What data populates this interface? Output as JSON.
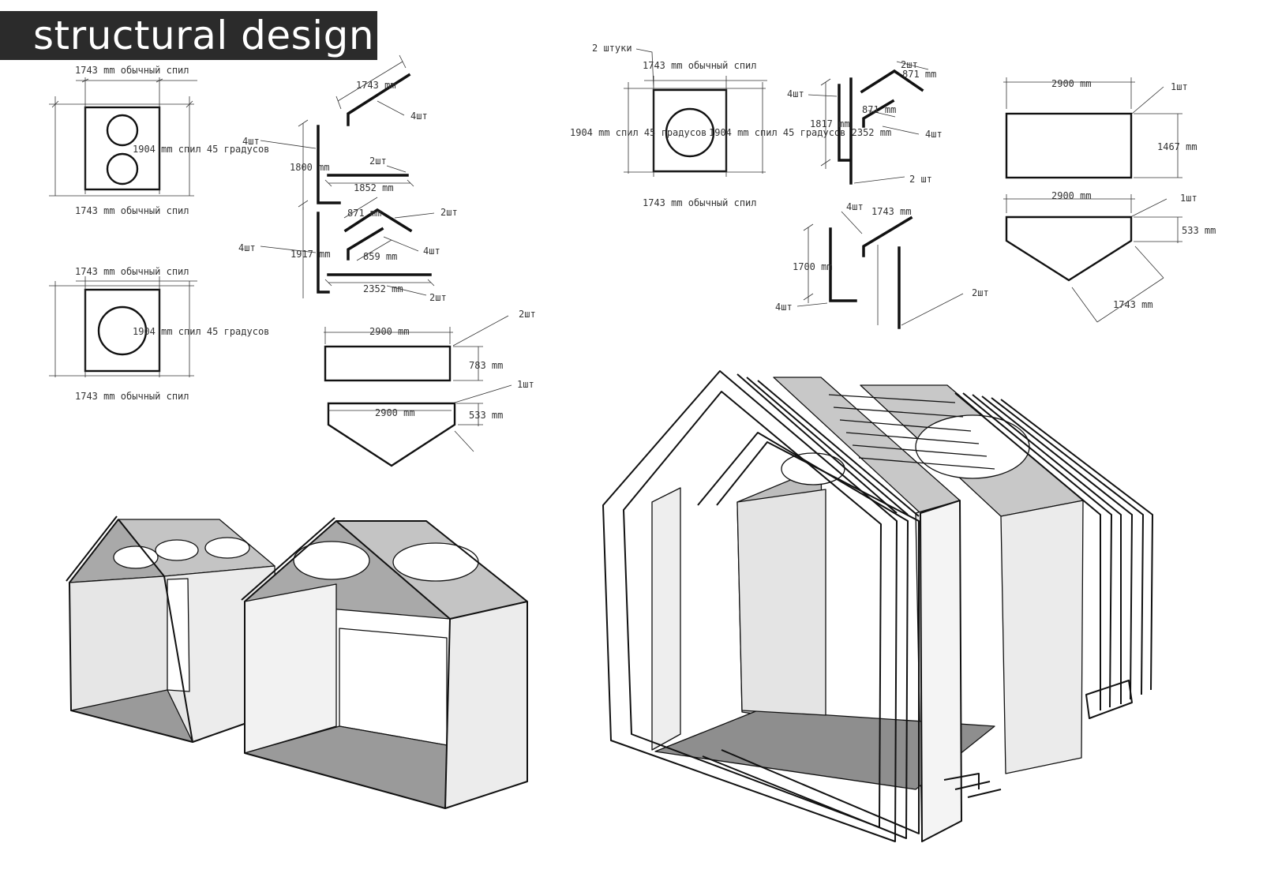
{
  "header": {
    "title": "structural design"
  },
  "colors": {
    "ink": "#111111",
    "face_light": "#e8e8e8",
    "face_mid": "#bdbdbd",
    "face_dark": "#8d8d8d",
    "title_bg": "#2b2b2b"
  },
  "left_panels": {
    "panel_a": {
      "top": "1743 mm обычный спил",
      "side": "1904 mm спил 45 градусов",
      "bottom": "1743 mm обычный спил"
    },
    "panel_b": {
      "top": "1743 mm обычный спил",
      "side": "1904 mm спил 45 градусов",
      "bottom": "1743 mm обычный спил"
    }
  },
  "left_parts": {
    "rafter_len": "1743 mm",
    "rafter_qty": "4шт",
    "post_qty": "4шт",
    "post_len": "1800 mm",
    "beam_qty": "2шт",
    "beam_len": "1852 mm",
    "ridge_len": "871 mm",
    "ridge_qty": "2шт",
    "brace_len": "859 mm",
    "brace_qty": "4шт",
    "post2_qty": "4шт",
    "post2_len": "1917 mm",
    "beam2_len": "2352 mm",
    "beam2_qty": "2шт"
  },
  "left_sheets": {
    "rect_width": "2900 mm",
    "rect_qty": "2шт",
    "rect_height": "783 mm",
    "gable_width": "2900 mm",
    "gable_qty": "1шт",
    "gable_height": "533 mm"
  },
  "right_panel": {
    "qty": "2 штуки",
    "top": "1743 mm обычный спил",
    "side_left": "1904 mm спил 45 градусов",
    "side_right": "1904 mm спил 45 градусов 2352 mm",
    "bottom": "1743 mm обычный спил"
  },
  "right_parts": {
    "ridge_top": "2шт",
    "ridge_len": "871 mm",
    "post_qty": "4шт",
    "ridge2_len": "871 mm",
    "post_len": "1817 mm",
    "ridge2_qty": "4шт",
    "base_qty": "2 шт",
    "post2_qty": "4шт",
    "rafter_len": "1743 mm",
    "post2_len": "1700 mm",
    "foot_qty": "4шт",
    "upright_qty": "2шт"
  },
  "right_sheets": {
    "rect_width": "2900 mm",
    "rect_qty": "1шт",
    "rect_height": "1467 mm",
    "gable_width": "2900 mm",
    "gable_qty": "1шт",
    "gable_height": "533 mm",
    "gable_slope": "1743 mm"
  }
}
